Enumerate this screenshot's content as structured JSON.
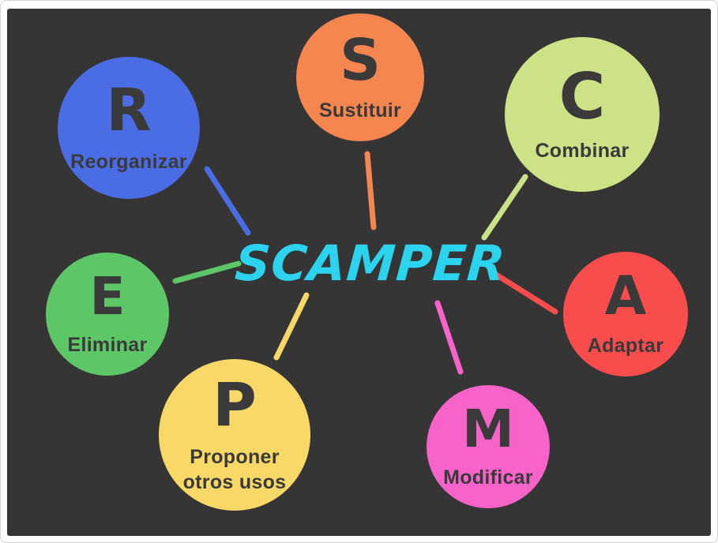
{
  "frame": {
    "outer_background": "#ffffff",
    "background": "#353535"
  },
  "title": {
    "text": "SCAMPER",
    "color": "#2bd3ef"
  },
  "node_text_color": "#3a3a3a",
  "nodes": [
    {
      "letter": "S",
      "label": "Sustituir",
      "color": "#f5864f"
    },
    {
      "letter": "C",
      "label": "Combinar",
      "color": "#cde287"
    },
    {
      "letter": "A",
      "label": "Adaptar",
      "color": "#f94c4c"
    },
    {
      "letter": "M",
      "label": "Modificar",
      "color": "#f763c9"
    },
    {
      "letter": "P",
      "label": "Proponer otros usos",
      "color": "#f8d866"
    },
    {
      "letter": "E",
      "label": "Eliminar",
      "color": "#5dc768"
    },
    {
      "letter": "R",
      "label": "Reorganizar",
      "color": "#4a6de5"
    }
  ]
}
